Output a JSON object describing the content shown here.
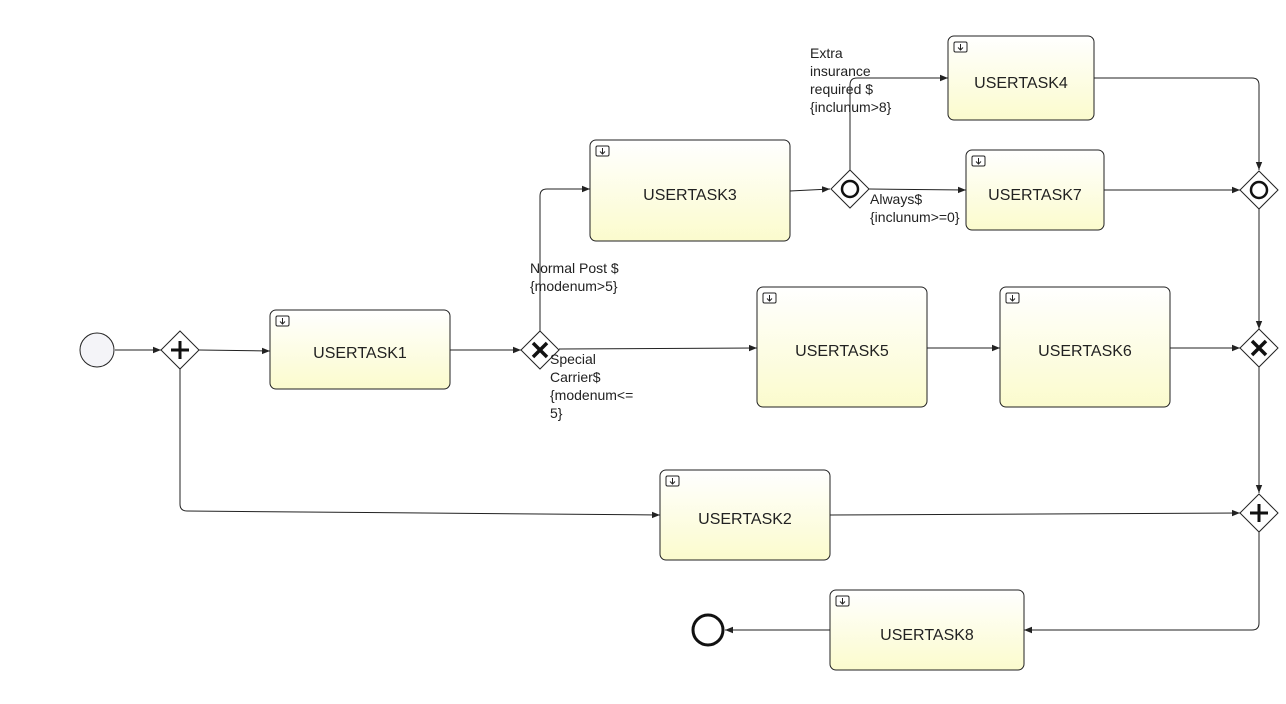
{
  "diagram": {
    "tasks": {
      "t1": "USERTASK1",
      "t2": "USERTASK2",
      "t3": "USERTASK3",
      "t4": "USERTASK4",
      "t5": "USERTASK5",
      "t6": "USERTASK6",
      "t7": "USERTASK7",
      "t8": "USERTASK8"
    },
    "flow_labels": {
      "normal_post": [
        "Normal Post $",
        "{modenum>5}"
      ],
      "special_carrier": [
        "Special",
        "Carrier$",
        "{modenum<=",
        "5}"
      ],
      "extra_insurance": [
        "Extra",
        "insurance",
        "required $",
        "{inclunum>8}"
      ],
      "always": [
        "Always$",
        "{inclunum>=0}"
      ]
    },
    "colors": {
      "task_fill_top": "#ffffff",
      "task_fill_bottom": "#fbfbcd",
      "stroke": "#222222"
    }
  }
}
